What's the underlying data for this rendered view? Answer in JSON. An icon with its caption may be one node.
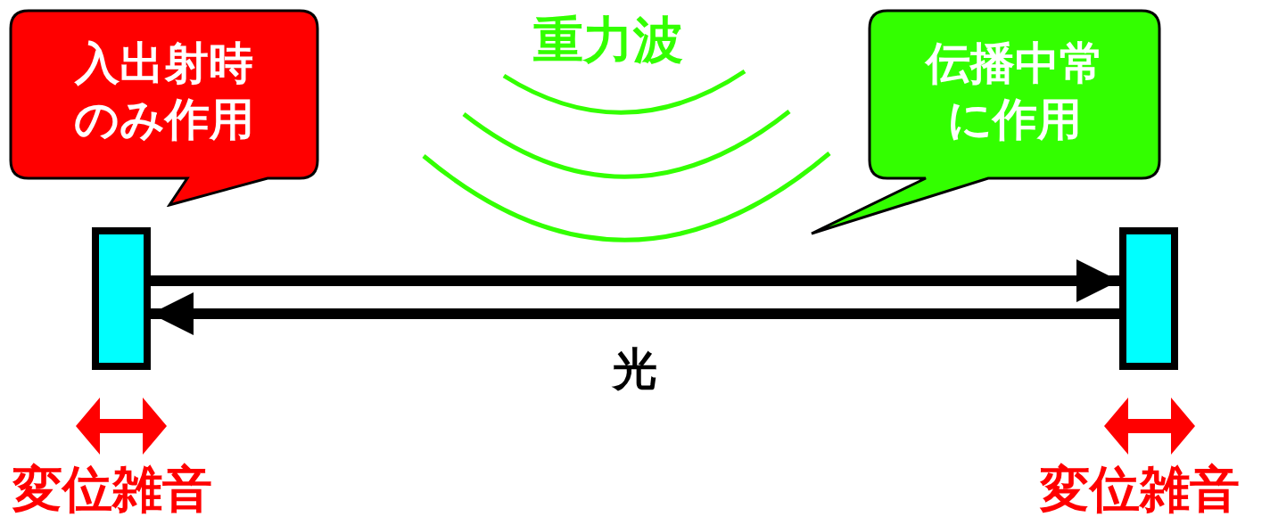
{
  "diagram": {
    "nodes": [
      {
        "text": [
          "入出射時のみ作用"
        ]
      },
      {
        "text": [
          "伝播中常に作用"
        ]
      },
      {
        "text": [],
        "shape": "box"
      },
      {
        "text": [],
        "shape": "box"
      }
    ],
    "edges": [
      {
        "from": 2,
        "to": 3,
        "arrow": "to"
      },
      {
        "from": 3,
        "to": 2,
        "arrow": "to",
        "label": "光"
      }
    ],
    "labels": [
      "重力波",
      "変位雑音",
      "変位雑音"
    ]
  }
}
